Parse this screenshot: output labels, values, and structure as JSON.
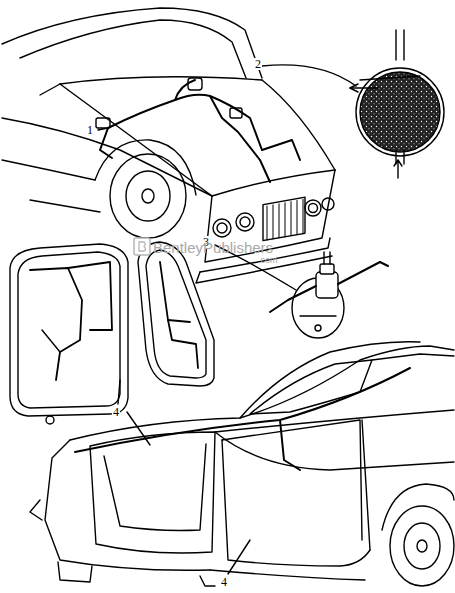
{
  "diagram": {
    "labels": [
      "1",
      "2",
      "3",
      "4",
      "4",
      "BentleyPublishers",
      ".com"
    ]
  }
}
